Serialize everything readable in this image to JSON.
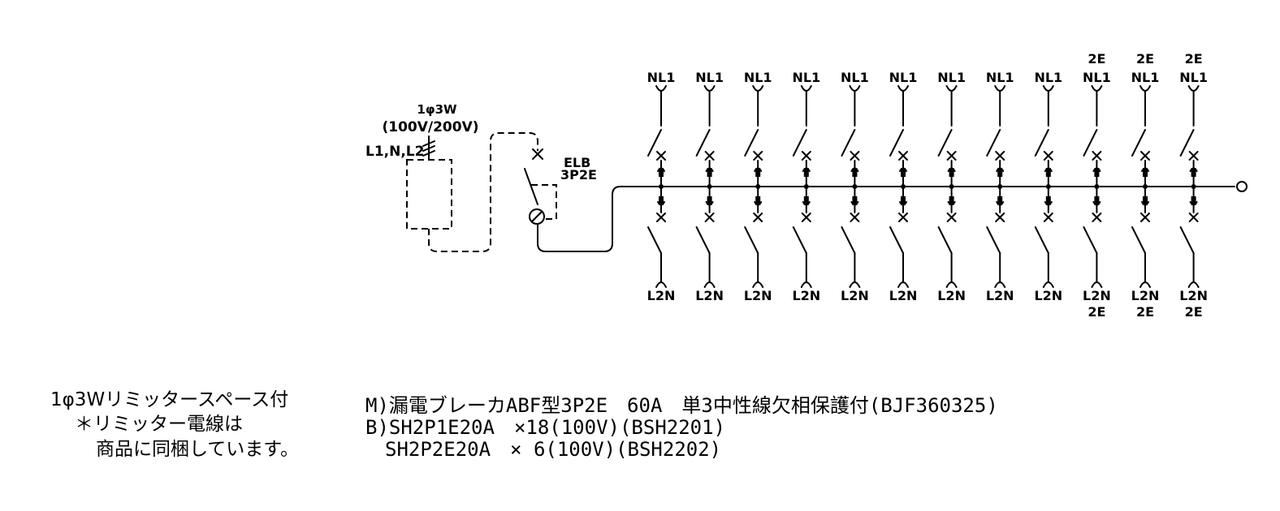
{
  "supply": {
    "system": "1φ3W",
    "voltage": "(100V/200V)",
    "wires": "L1,N,L2"
  },
  "main_breaker": {
    "label": "ELB",
    "type": "3P2E"
  },
  "upper_circuits": [
    {
      "top": "",
      "label": "NL1"
    },
    {
      "top": "",
      "label": "NL1"
    },
    {
      "top": "",
      "label": "NL1"
    },
    {
      "top": "",
      "label": "NL1"
    },
    {
      "top": "",
      "label": "NL1"
    },
    {
      "top": "",
      "label": "NL1"
    },
    {
      "top": "",
      "label": "NL1"
    },
    {
      "top": "",
      "label": "NL1"
    },
    {
      "top": "",
      "label": "NL1"
    },
    {
      "top": "2E",
      "label": "NL1"
    },
    {
      "top": "2E",
      "label": "NL1"
    },
    {
      "top": "2E",
      "label": "NL1"
    }
  ],
  "lower_circuits": [
    {
      "label": "L2N",
      "bottom": ""
    },
    {
      "label": "L2N",
      "bottom": ""
    },
    {
      "label": "L2N",
      "bottom": ""
    },
    {
      "label": "L2N",
      "bottom": ""
    },
    {
      "label": "L2N",
      "bottom": ""
    },
    {
      "label": "L2N",
      "bottom": ""
    },
    {
      "label": "L2N",
      "bottom": ""
    },
    {
      "label": "L2N",
      "bottom": ""
    },
    {
      "label": "L2N",
      "bottom": ""
    },
    {
      "label": "L2N",
      "bottom": "2E"
    },
    {
      "label": "L2N",
      "bottom": "2E"
    },
    {
      "label": "L2N",
      "bottom": "2E"
    }
  ],
  "notes_left": {
    "line1": "1φ3Wリミッタースペース付",
    "line2": "＊リミッター電線は",
    "line3": "商品に同梱しています。"
  },
  "notes_right": {
    "line1": "M)漏電ブレーカABF型3P2E　60A　単3中性線欠相保護付(BJF360325)",
    "line2": "B)SH2P1E20A　×18(100V)(BSH2201)",
    "line3": "　SH2P2E20A　× 6(100V)(BSH2202)"
  }
}
